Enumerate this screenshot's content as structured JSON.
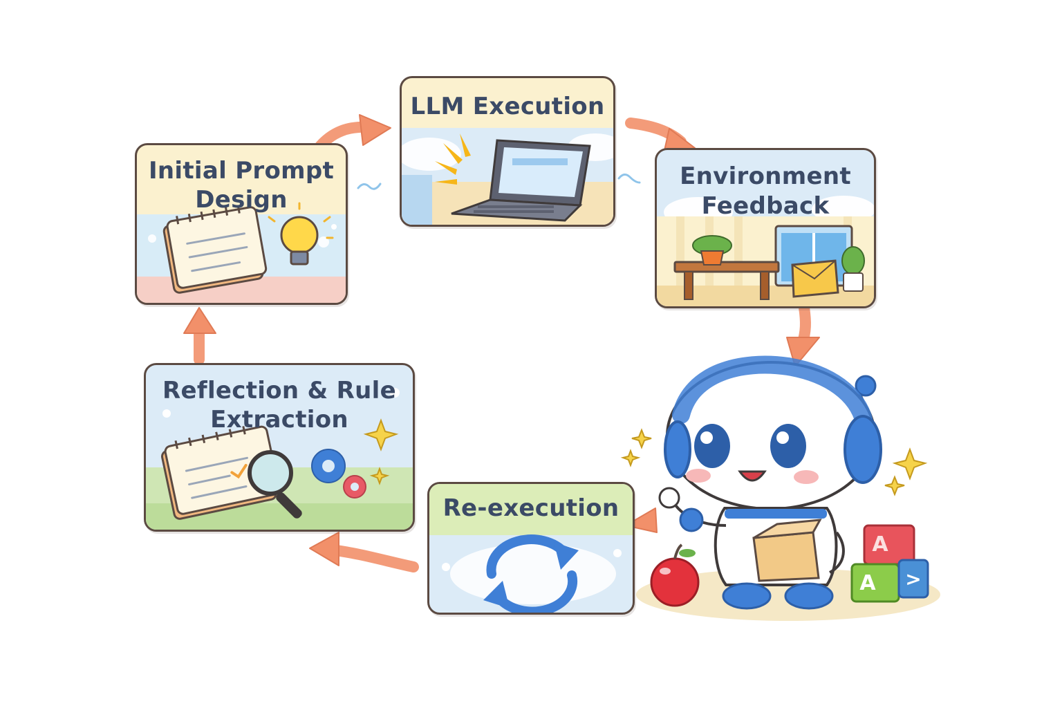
{
  "steps": {
    "initial_prompt": {
      "line1": "Initial Prompt",
      "line2": "Design"
    },
    "llm_execution": {
      "label": "LLM Execution"
    },
    "environment_feedback": {
      "line1": "Environment",
      "line2": "Feedback"
    },
    "reexecution": {
      "label": "Re-execution"
    },
    "reflection": {
      "line1": "Reflection & Rule",
      "line2": "Extraction"
    }
  },
  "blocks": {
    "letter_red": "A",
    "letter_green": "A",
    "letter_blue": ">"
  },
  "colors": {
    "card_border": "#5b4a42",
    "title_text": "#3b4a66",
    "arrow": "#f2906a",
    "robot_blue": "#3f7fd6",
    "cream": "#fbf1cf",
    "sky": "#dcebf7"
  },
  "icons": [
    "notepad-icon",
    "lightbulb-icon",
    "laptop-icon",
    "table-icon",
    "plant-icon",
    "window-icon",
    "box-icon",
    "refresh-icon",
    "magnifier-icon",
    "gear-icon",
    "robot-mascot",
    "apple-icon",
    "toy-blocks"
  ]
}
